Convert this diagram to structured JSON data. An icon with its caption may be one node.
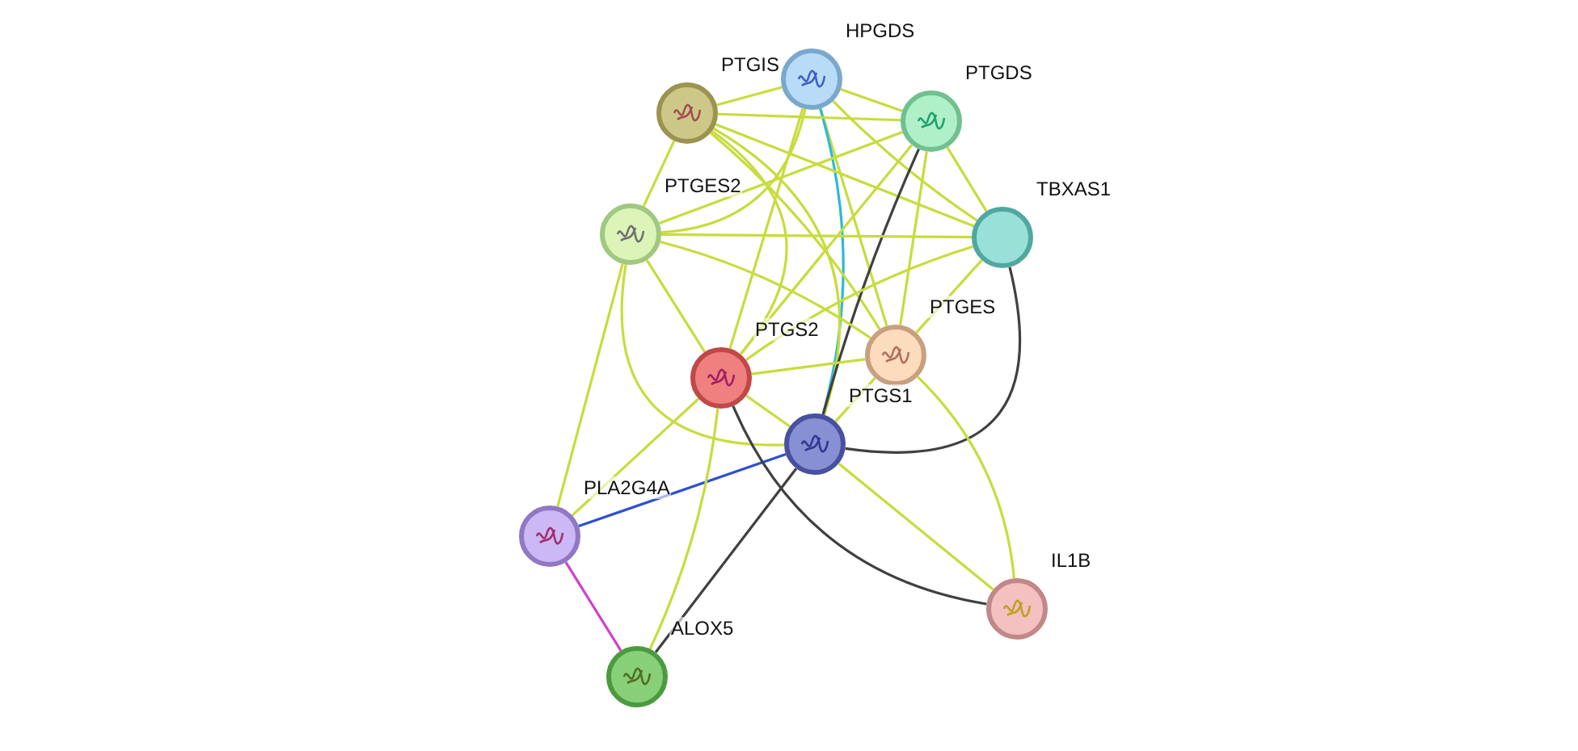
{
  "diagram": {
    "nodes": [
      {
        "text": [
          "HPGDS"
        ]
      },
      {
        "text": [
          "PTGIS"
        ]
      },
      {
        "text": [
          "PTGDS"
        ]
      },
      {
        "text": [
          "PTGES2"
        ]
      },
      {
        "text": [
          "TBXAS1"
        ]
      },
      {
        "text": [
          "PTGES"
        ]
      },
      {
        "text": [
          "PTGS2"
        ]
      },
      {
        "text": [
          "PTGS1"
        ]
      },
      {
        "text": [
          "PLA2G4A"
        ]
      },
      {
        "text": [
          "IL1B"
        ]
      },
      {
        "text": [
          "ALOX5"
        ]
      }
    ],
    "edges": [
      {
        "from": 0,
        "to": 1,
        "arrow": "none"
      },
      {
        "from": 0,
        "to": 2,
        "arrow": "none"
      },
      {
        "from": 0,
        "to": 3,
        "arrow": "none"
      },
      {
        "from": 0,
        "to": 4,
        "arrow": "none"
      },
      {
        "from": 0,
        "to": 5,
        "arrow": "none"
      },
      {
        "from": 0,
        "to": 6,
        "arrow": "none"
      },
      {
        "from": 0,
        "to": 7,
        "arrow": "none",
        "color": "#2eb8d8"
      },
      {
        "from": 1,
        "to": 2,
        "arrow": "none"
      },
      {
        "from": 1,
        "to": 3,
        "arrow": "none"
      },
      {
        "from": 1,
        "to": 4,
        "arrow": "none"
      },
      {
        "from": 1,
        "to": 5,
        "arrow": "none"
      },
      {
        "from": 1,
        "to": 6,
        "arrow": "none"
      },
      {
        "from": 1,
        "to": 7,
        "arrow": "none"
      },
      {
        "from": 2,
        "to": 3,
        "arrow": "none"
      },
      {
        "from": 2,
        "to": 4,
        "arrow": "none"
      },
      {
        "from": 2,
        "to": 5,
        "arrow": "none"
      },
      {
        "from": 2,
        "to": 6,
        "arrow": "none"
      },
      {
        "from": 2,
        "to": 7,
        "arrow": "none",
        "color": "#404040"
      },
      {
        "from": 3,
        "to": 4,
        "arrow": "none"
      },
      {
        "from": 3,
        "to": 5,
        "arrow": "none"
      },
      {
        "from": 3,
        "to": 6,
        "arrow": "none"
      },
      {
        "from": 3,
        "to": 7,
        "arrow": "none"
      },
      {
        "from": 4,
        "to": 5,
        "arrow": "none"
      },
      {
        "from": 4,
        "to": 6,
        "arrow": "none"
      },
      {
        "from": 4,
        "to": 7,
        "arrow": "none",
        "color": "#404040"
      },
      {
        "from": 5,
        "to": 6,
        "arrow": "none"
      },
      {
        "from": 5,
        "to": 7,
        "arrow": "none"
      },
      {
        "from": 6,
        "to": 7,
        "arrow": "none"
      },
      {
        "from": 8,
        "to": 6,
        "arrow": "none"
      },
      {
        "from": 8,
        "to": 7,
        "arrow": "none",
        "color": "#3050d0"
      },
      {
        "from": 8,
        "to": 3,
        "arrow": "none"
      },
      {
        "from": 8,
        "to": 10,
        "arrow": "none",
        "color": "#d040d0"
      },
      {
        "from": 10,
        "to": 6,
        "arrow": "none"
      },
      {
        "from": 10,
        "to": 7,
        "arrow": "none",
        "color": "#404040"
      },
      {
        "from": 9,
        "to": 6,
        "arrow": "none",
        "color": "#404040"
      },
      {
        "from": 9,
        "to": 7,
        "arrow": "none"
      },
      {
        "from": 9,
        "to": 5,
        "arrow": "none"
      }
    ]
  }
}
